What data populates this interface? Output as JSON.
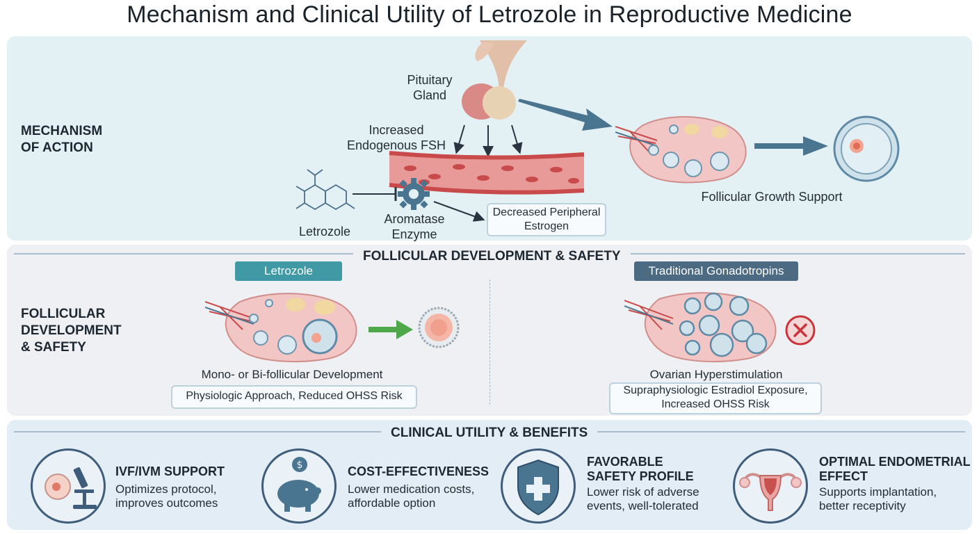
{
  "title": "Mechanism and Clinical Utility of Letrozole in Reproductive Medicine",
  "mechanism": {
    "section_label": "MECHANISM\nOF ACTION",
    "pituitary_label": "Pituitary\nGland",
    "fsh_label": "Increased\nEndogenous FSH",
    "letrozole_label": "Letrozole",
    "aromatase_label": "Aromatase\nEnzyme",
    "estrogen_box": "Decreased Peripheral\nEstrogen",
    "follicular_growth_label": "Follicular Growth Support"
  },
  "follicular": {
    "header": "FOLLICULAR DEVELOPMENT & SAFETY",
    "section_label": "FOLLICULAR\nDEVELOPMENT\n& SAFETY",
    "letrozole_pill": "Letrozole",
    "letrozole_result": "Mono- or Bi-follicular Development",
    "letrozole_box": "Physiologic Approach, Reduced OHSS Risk",
    "gonadotropin_pill": "Traditional Gonadotropins",
    "gonadotropin_result": "Ovarian Hyperstimulation",
    "gonadotropin_box": "Supraphysiologic Estradiol Exposure,\nIncreased OHSS Risk"
  },
  "clinical": {
    "header": "CLINICAL UTILITY & BENEFITS",
    "benefits": [
      {
        "title": "IVF/IVM SUPPORT",
        "desc": "Optimizes protocol,\nimproves outcomes",
        "icon": "microscope-icon"
      },
      {
        "title": "COST-EFFECTIVENESS",
        "desc": "Lower medication costs,\naffordable option",
        "icon": "piggy-bank-icon"
      },
      {
        "title": "FAVORABLE\nSAFETY PROFILE",
        "desc": "Lower risk of adverse\nevents, well-tolerated",
        "icon": "shield-icon"
      },
      {
        "title": "OPTIMAL ENDOMETRIAL\nEFFECT",
        "desc": "Supports implantation,\nbetter receptivity",
        "icon": "uterus-icon"
      }
    ]
  },
  "colors": {
    "teal_pill": "#3f9aa6",
    "slate_pill": "#4c6a82",
    "arrow_blue": "#4a7590",
    "arrow_green": "#4ea84a",
    "vessel_red": "#c94a4a",
    "cross_red": "#c9343a"
  }
}
